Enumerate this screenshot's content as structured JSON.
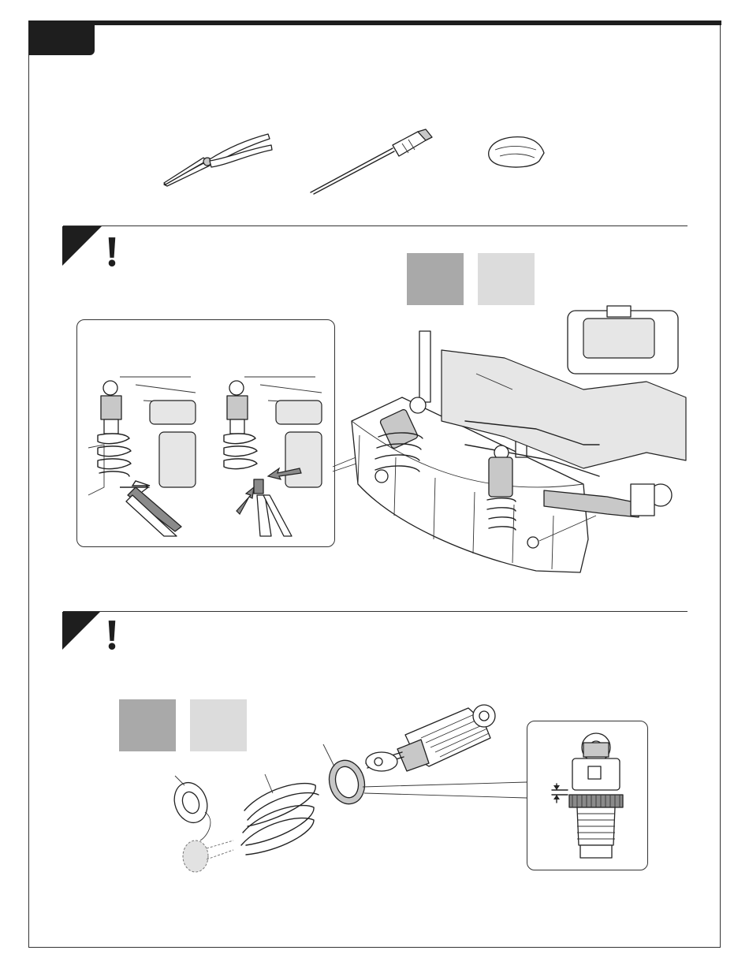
{
  "page": {
    "step_tab_label": "",
    "sections": [
      {
        "id": "step-1",
        "heading": ""
      },
      {
        "id": "step-2",
        "heading": ""
      }
    ]
  },
  "tools": [
    {
      "id": "pliers",
      "icon": "needle-nose-pliers-icon"
    },
    {
      "id": "screwdriver",
      "icon": "screwdriver-icon"
    },
    {
      "id": "cloth",
      "icon": "shop-cloth-icon"
    }
  ],
  "colors": {
    "frame": "#333333",
    "bar": "#1e1e1e",
    "swatch_dark": "#a9a9a9",
    "swatch_light": "#dcdcdc"
  }
}
